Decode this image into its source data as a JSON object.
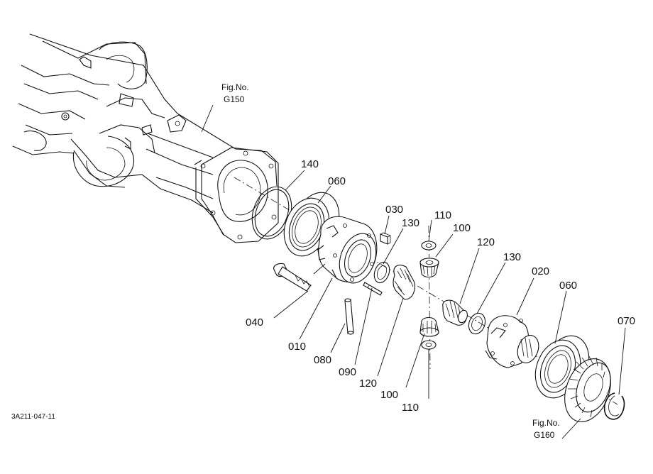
{
  "diagram": {
    "figure_refs": [
      {
        "id": "g150",
        "line1": "Fig.No.",
        "line2": "G150"
      },
      {
        "id": "g160",
        "line1": "Fig.No.",
        "line2": "G160"
      }
    ],
    "drawing_id": "3A211-047-11",
    "part_labels": [
      {
        "id": "p140",
        "text": "140"
      },
      {
        "id": "p060a",
        "text": "060"
      },
      {
        "id": "p030",
        "text": "030"
      },
      {
        "id": "p130a",
        "text": "130"
      },
      {
        "id": "p110a",
        "text": "110"
      },
      {
        "id": "p100a",
        "text": "100"
      },
      {
        "id": "p120a",
        "text": "120"
      },
      {
        "id": "p130b",
        "text": "130"
      },
      {
        "id": "p020",
        "text": "020"
      },
      {
        "id": "p060b",
        "text": "060"
      },
      {
        "id": "p070",
        "text": "070"
      },
      {
        "id": "p040",
        "text": "040"
      },
      {
        "id": "p010",
        "text": "010"
      },
      {
        "id": "p080",
        "text": "080"
      },
      {
        "id": "p090",
        "text": "090"
      },
      {
        "id": "p120b",
        "text": "120"
      },
      {
        "id": "p100b",
        "text": "100"
      },
      {
        "id": "p110b",
        "text": "110"
      }
    ]
  }
}
